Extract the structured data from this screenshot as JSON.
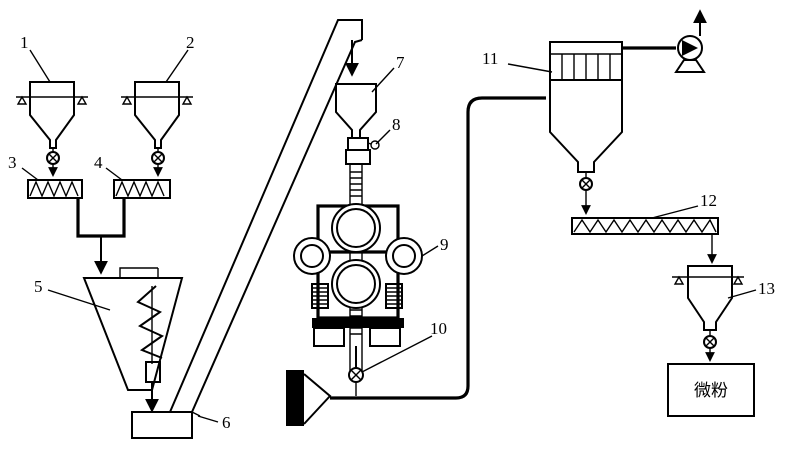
{
  "callouts": {
    "c1": "1",
    "c2": "2",
    "c3": "3",
    "c4": "4",
    "c5": "5",
    "c6": "6",
    "c7": "7",
    "c8": "8",
    "c9": "9",
    "c10": "10",
    "c11": "11",
    "c12": "12",
    "c13": "13"
  },
  "product_label": "微粉"
}
